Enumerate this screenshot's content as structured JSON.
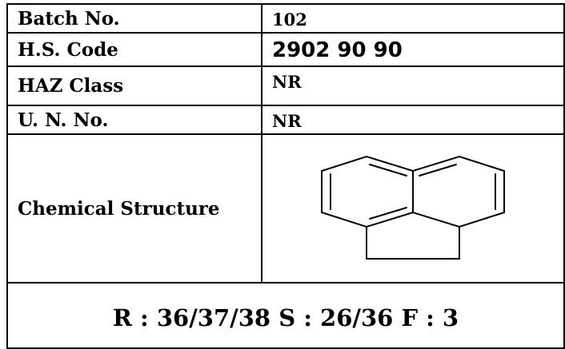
{
  "rows": [
    {
      "label": "Batch No.",
      "value": "102"
    },
    {
      "label": "H.S. Code",
      "value": "2902 90 90"
    },
    {
      "label": "HAZ Class",
      "value": "NR"
    },
    {
      "label": "U. N. No.",
      "value": "NR"
    }
  ],
  "structure": {
    "label": "Chemical Structure",
    "icon": "acenaphthene-structure-icon"
  },
  "footer": {
    "codes": "R : 36/37/38 S : 26/36 F : 3"
  },
  "colors": {
    "border": "#000000",
    "text": "#000000",
    "header_sliver": "#ee2222"
  }
}
